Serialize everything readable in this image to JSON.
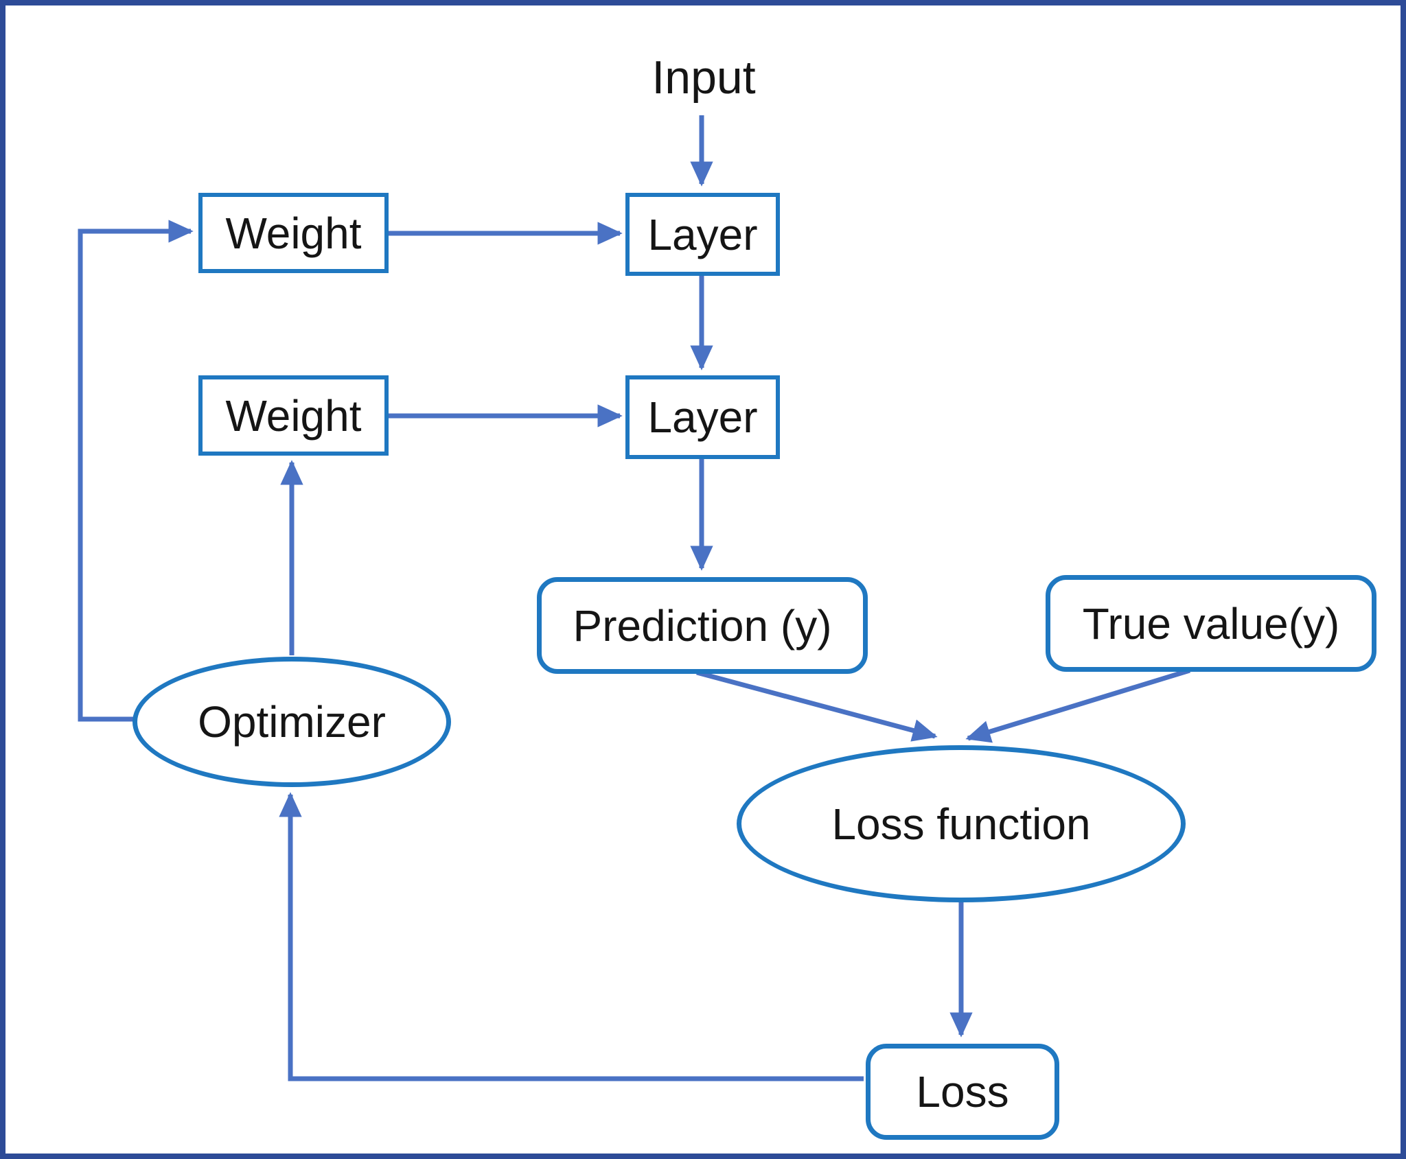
{
  "diagram": {
    "description": "Neural network training loop flowchart",
    "nodes": {
      "input": {
        "label": "Input",
        "shape": "text"
      },
      "weight_top": {
        "label": "Weight",
        "shape": "rectangle"
      },
      "layer_top": {
        "label": "Layer",
        "shape": "rectangle"
      },
      "weight_bottom": {
        "label": "Weight",
        "shape": "rectangle"
      },
      "layer_bottom": {
        "label": "Layer",
        "shape": "rectangle"
      },
      "prediction": {
        "label": "Prediction (y)",
        "shape": "rounded-rectangle"
      },
      "true_value": {
        "label": "True value(y)",
        "shape": "rounded-rectangle"
      },
      "optimizer": {
        "label": "Optimizer",
        "shape": "ellipse"
      },
      "loss_function": {
        "label": "Loss function",
        "shape": "ellipse"
      },
      "loss": {
        "label": "Loss",
        "shape": "rounded-rectangle"
      }
    },
    "edges": [
      {
        "from": "input",
        "to": "layer_top"
      },
      {
        "from": "weight_top",
        "to": "layer_top"
      },
      {
        "from": "layer_top",
        "to": "layer_bottom"
      },
      {
        "from": "weight_bottom",
        "to": "layer_bottom"
      },
      {
        "from": "layer_bottom",
        "to": "prediction"
      },
      {
        "from": "prediction",
        "to": "loss_function"
      },
      {
        "from": "true_value",
        "to": "loss_function"
      },
      {
        "from": "loss_function",
        "to": "loss"
      },
      {
        "from": "loss",
        "to": "optimizer"
      },
      {
        "from": "optimizer",
        "to": "weight_bottom"
      },
      {
        "from": "optimizer",
        "to": "weight_top"
      }
    ],
    "colors": {
      "frame": "#2d4b97",
      "node_border": "#1f78c1",
      "arrow": "#4a72c4",
      "text": "#151515",
      "background": "#ffffff"
    }
  }
}
